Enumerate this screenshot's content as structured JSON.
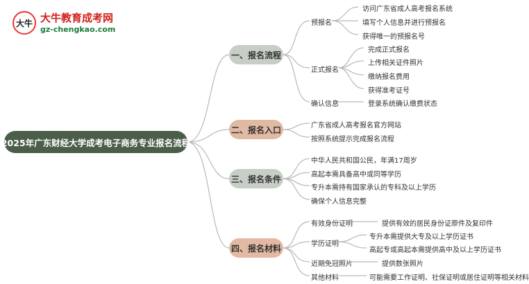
{
  "logo": {
    "title": "大牛教育成考网",
    "url": "gz-chengkao.com"
  },
  "root": "2025年广东财经大学成考电子商务专业报名流程",
  "branches": [
    {
      "label": "一、报名流程",
      "children": [
        {
          "label": "预报名",
          "items": [
            "访问广东省成人高考报名系统",
            "填写个人信息并进行预报名",
            "获得唯一的预报名号"
          ]
        },
        {
          "label": "正式报名",
          "items": [
            "完成正式报名",
            "上传相关证件照片",
            "缴纳报名费用",
            "获得准考证号"
          ]
        },
        {
          "label": "确认信息",
          "items": [
            "登录系统确认缴费状态"
          ]
        }
      ]
    },
    {
      "label": "二、报名入口",
      "items": [
        "广东省成人高考报名官方网站",
        "按照系统提示完成报名流程"
      ]
    },
    {
      "label": "三、报名条件",
      "items": [
        "中华人民共和国公民，年满17周岁",
        "高起本需具备高中或同等学历",
        "专升本需持有国家承认的专科及以上学历",
        "确保个人信息完整"
      ]
    },
    {
      "label": "四、报名材料",
      "children": [
        {
          "label": "有效身份证明",
          "items": [
            "提供有效的居民身份证原件及复印件"
          ]
        },
        {
          "label": "学历证明",
          "items": [
            "专升本需提供大专及以上学历证书",
            "高起专或高起本需提供高中及以上学历证书"
          ]
        },
        {
          "label": "近期免冠照片",
          "items": [
            "提供数张照片"
          ]
        },
        {
          "label": "其他材料",
          "items": [
            "可能需要工作证明、社保证明或居住证明等相关材料"
          ]
        }
      ]
    }
  ]
}
